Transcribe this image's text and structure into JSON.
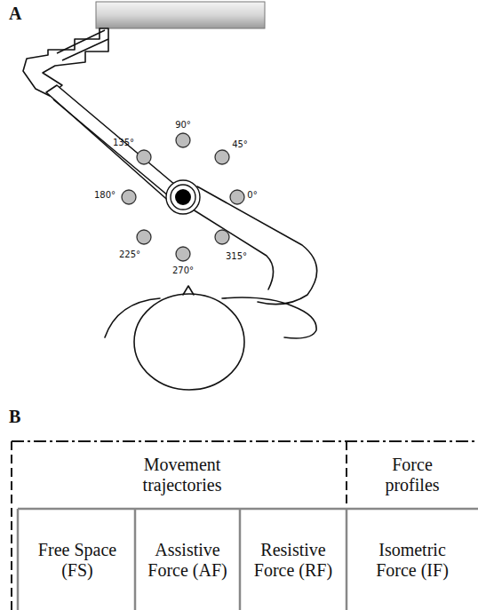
{
  "diagram": {
    "labels": [
      "A",
      "90°",
      "135°",
      "45°",
      "180°",
      "0°",
      "225°",
      "315°",
      "270°",
      "B",
      "Movement trajectories",
      "Force profiles",
      "Free Space (FS)",
      "Assistive Force (AF)",
      "Resistive Force (RF)",
      "Isometric Force (IF)"
    ]
  }
}
